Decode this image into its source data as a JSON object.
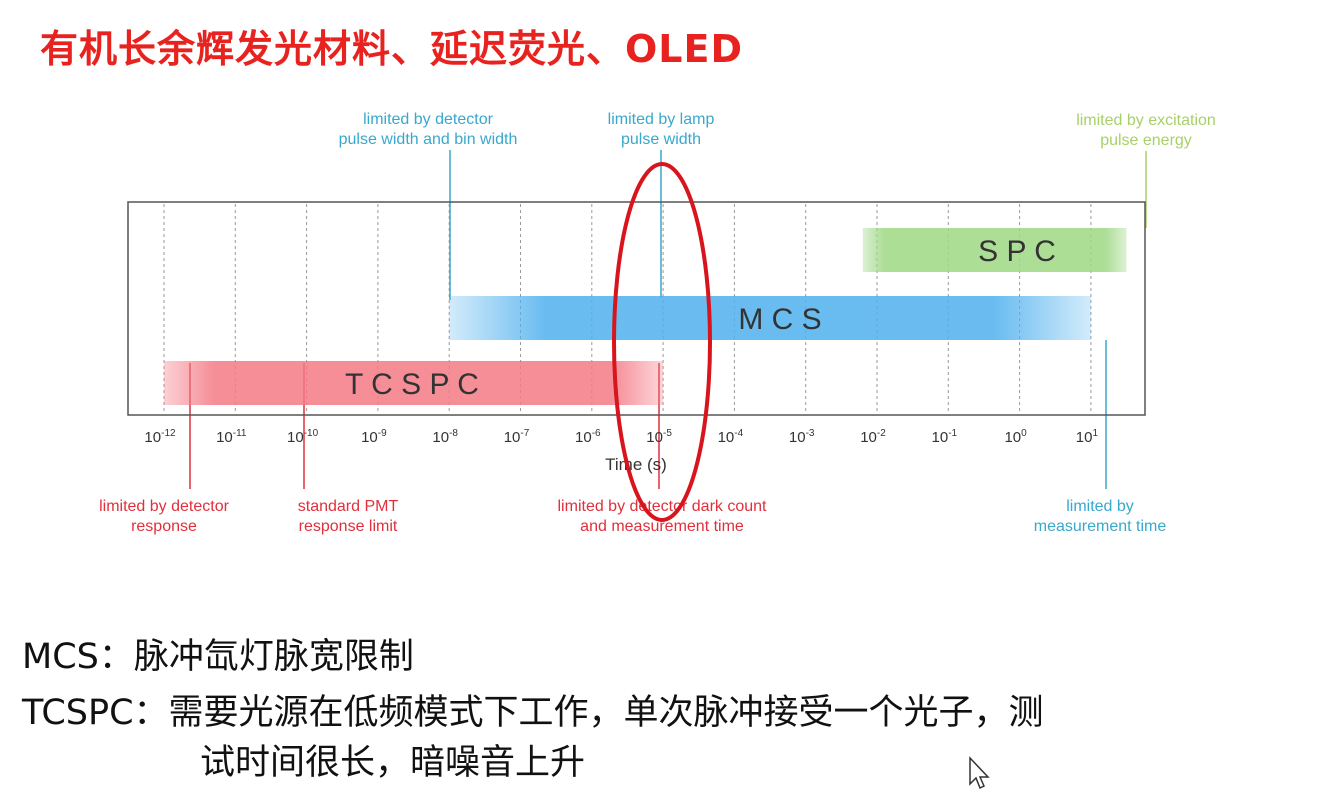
{
  "title": "有机长余辉发光材料、延迟荧光、OLED",
  "diagram": {
    "axis_label": "Time (s)",
    "ticks": [
      {
        "base": "10",
        "exp": "-12"
      },
      {
        "base": "10",
        "exp": "-11"
      },
      {
        "base": "10",
        "exp": "-10"
      },
      {
        "base": "10",
        "exp": "-9"
      },
      {
        "base": "10",
        "exp": "-8"
      },
      {
        "base": "10",
        "exp": "-7"
      },
      {
        "base": "10",
        "exp": "-6"
      },
      {
        "base": "10",
        "exp": "-5"
      },
      {
        "base": "10",
        "exp": "-4"
      },
      {
        "base": "10",
        "exp": "-3"
      },
      {
        "base": "10",
        "exp": "-2"
      },
      {
        "base": "10",
        "exp": "-1"
      },
      {
        "base": "10",
        "exp": "0"
      },
      {
        "base": "10",
        "exp": "1"
      }
    ],
    "bars": [
      {
        "name": "SPC",
        "label": "S P C",
        "from_exp": -2.2,
        "to_exp": 1.5,
        "color": "#9ed884"
      },
      {
        "name": "MCS",
        "label": "M C S",
        "from_exp": -8,
        "to_exp": 1,
        "color": "#4fb0ee"
      },
      {
        "name": "TCSPC",
        "label": "T C S P C",
        "from_exp": -12,
        "to_exp": -5,
        "color": "#f47a85"
      }
    ],
    "annotations": [
      {
        "lines": [
          "limited by detector",
          "pulse width and bin width"
        ],
        "color": "#38a8cc",
        "at_exp": -8
      },
      {
        "lines": [
          "limited by lamp",
          "pulse width"
        ],
        "color": "#38a8cc",
        "at_exp": -5
      },
      {
        "lines": [
          "limited by excitation",
          "pulse energy"
        ],
        "color": "#a8d06a",
        "at_exp": 1.5
      },
      {
        "lines": [
          "limited by detector",
          "response"
        ],
        "color": "#e0303c",
        "at_exp": -12
      },
      {
        "lines": [
          "standard PMT",
          "response limit"
        ],
        "color": "#e0303c",
        "at_exp": -10
      },
      {
        "lines": [
          "limited by detector dark count",
          "and measurement time"
        ],
        "color": "#e0303c",
        "at_exp": -5
      },
      {
        "lines": [
          "limited by",
          "measurement time"
        ],
        "color": "#38a8cc",
        "at_exp": 1
      }
    ],
    "highlight_color": "#d8141c"
  },
  "notes": {
    "mcs": "MCS：脉冲氙灯脉宽限制",
    "tcspc_line1": "TCSPC：需要光源在低频模式下工作，单次脉冲接受一个光子，测",
    "tcspc_line2": "试时间很长，暗噪音上升"
  }
}
